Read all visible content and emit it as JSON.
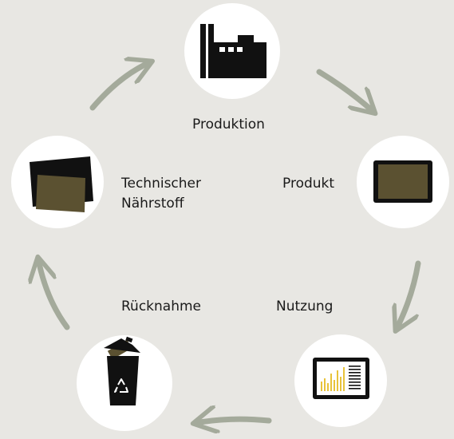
{
  "colors": {
    "background": "#e8e7e3",
    "circle": "#ffffff",
    "arrow": "#a4aa9b",
    "icon_dark": "#111111",
    "panel_olive": "#5b5131",
    "chart_yellow": "#e8c33a"
  },
  "stages": {
    "produktion": {
      "label": "Produktion",
      "icon": "factory-icon"
    },
    "produkt": {
      "label": "Produkt",
      "icon": "tablet-icon"
    },
    "nutzung": {
      "label": "Nutzung",
      "icon": "tablet-chart-icon"
    },
    "ruecknahme": {
      "label": "Rücknahme",
      "icon": "recycle-bin-icon"
    },
    "naehrstoff": {
      "label_line1": "Technischer",
      "label_line2": "Nährstoff",
      "icon": "material-sheets-icon"
    }
  },
  "arrows": [
    "arrow-naehrstoff-to-produktion",
    "arrow-produktion-to-produkt",
    "arrow-produkt-to-nutzung",
    "arrow-nutzung-to-ruecknahme",
    "arrow-ruecknahme-to-naehrstoff"
  ]
}
